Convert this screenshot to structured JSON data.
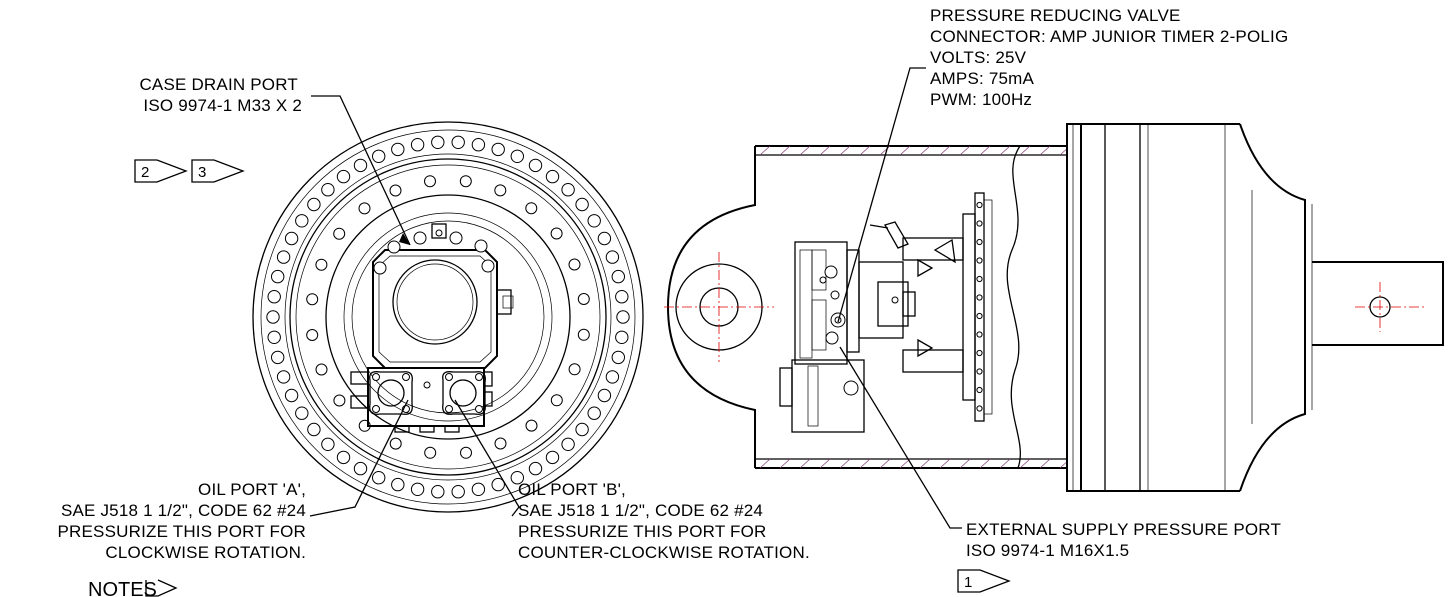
{
  "labels": {
    "case_drain": {
      "line1": "CASE DRAIN PORT",
      "line2": "ISO 9974-1 M33 X 2"
    },
    "pressure_valve": {
      "line1": "PRESSURE REDUCING VALVE",
      "line2": "CONNECTOR: AMP JUNIOR TIMER 2-POLIG",
      "line3": "VOLTS: 25V",
      "line4": "AMPS: 75mA",
      "line5": "PWM: 100Hz"
    },
    "oil_port_a": {
      "line1": "OIL PORT 'A',",
      "line2": "SAE J518 1 1/2\", CODE 62 #24",
      "line3": "PRESSURIZE THIS PORT FOR",
      "line4": "CLOCKWISE ROTATION."
    },
    "oil_port_b": {
      "line1": "OIL PORT 'B',",
      "line2": "SAE J518 1 1/2\", CODE 62 #24",
      "line3": "PRESSURIZE THIS PORT FOR",
      "line4": "COUNTER-CLOCKWISE ROTATION."
    },
    "external_supply": {
      "line1": "EXTERNAL SUPPLY PRESSURE PORT",
      "line2": "ISO 9974-1 M16X1.5"
    },
    "notes": "NOTES"
  },
  "flag_notes": {
    "flag_2": "2",
    "flag_3": "3",
    "flag_1": "1"
  }
}
